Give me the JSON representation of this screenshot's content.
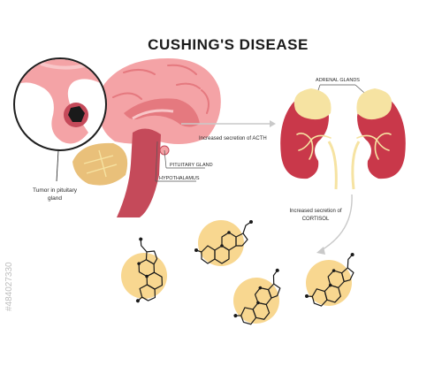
{
  "title": "CUSHING'S DISEASE",
  "labels": {
    "tumor_line1": "Tumor in pituitary",
    "tumor_line2": "gland",
    "pituitary": "PITUITARY GLAND",
    "hypothalamus": "HYPOTHALAMUS",
    "adrenal": "ADRENAL GLANDS",
    "acth": "Increased secretion of ACTH",
    "cortisol_line1": "Increased secretion of",
    "cortisol_line2": "CORTISOL"
  },
  "watermark": "#484027330",
  "colors": {
    "brain": "#f4a3a6",
    "brain_dark": "#e5797f",
    "brainstem": "#c54a5a",
    "cerebellum": "#e9c07a",
    "kidney": "#c9384a",
    "adrenal": "#f6e3a2",
    "molecule_bg": "#f8d790",
    "arrow": "#c9c9c9"
  }
}
